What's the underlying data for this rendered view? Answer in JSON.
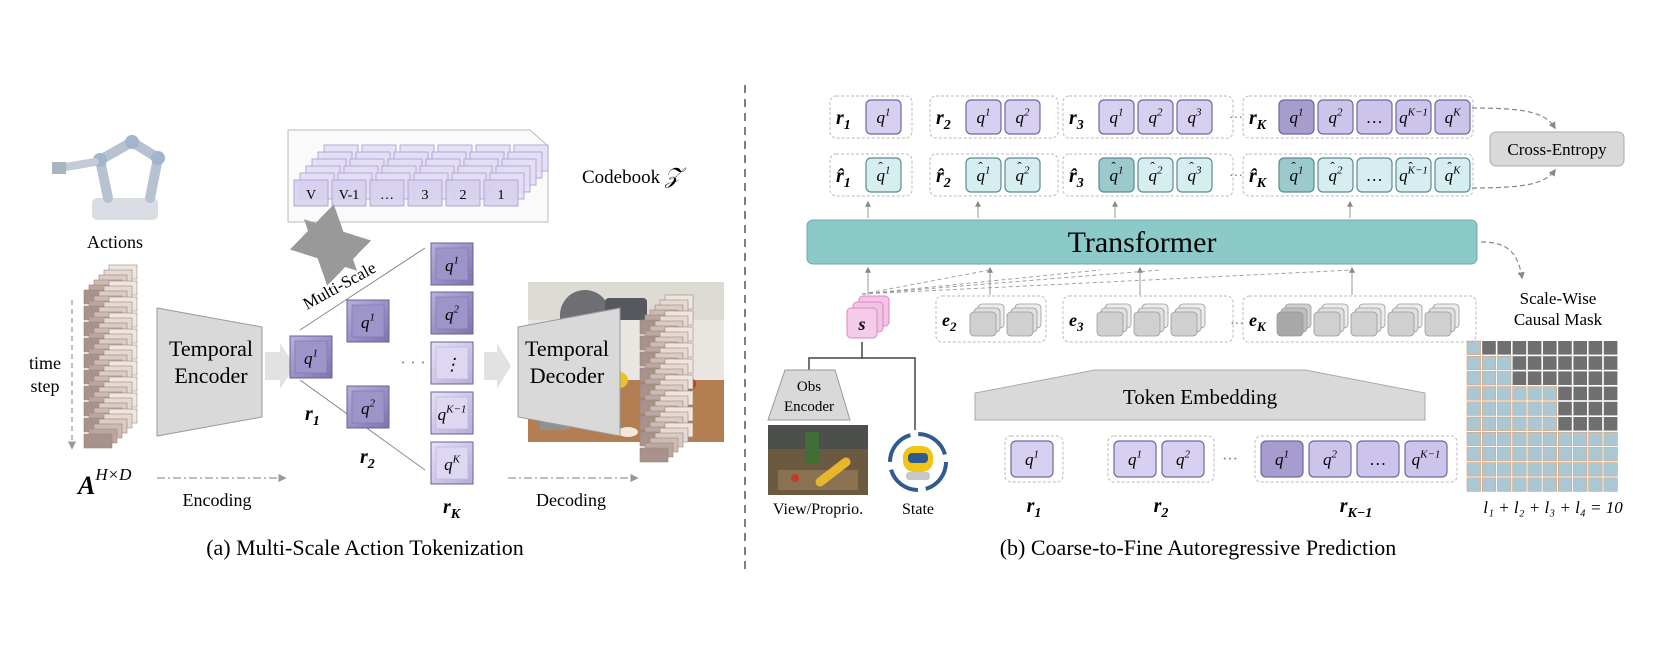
{
  "panel_a": {
    "caption": "(a) Multi-Scale Action Tokenization",
    "actions_label": "Actions",
    "time_label_1": "time",
    "time_label_2": "step",
    "matrix_base": "A",
    "matrix_sup": "H×D",
    "encoder_1": "Temporal",
    "encoder_2": "Encoder",
    "decoder_1": "Temporal",
    "decoder_2": "Decoder",
    "encoding_label": "Encoding",
    "decoding_label": "Decoding",
    "codebook_label": "Codebook",
    "codebook_symbol": "𝒵",
    "codebook_entries": [
      "V",
      "V-1",
      "…",
      "3",
      "2",
      "1"
    ],
    "multiscale_label": "Multi-Scale",
    "scale_labels": [
      "r",
      "r",
      "r"
    ],
    "scale_subs": [
      "1",
      "2",
      "K"
    ],
    "tokens": [
      "q",
      "q",
      "q",
      "q",
      "q",
      "⋮",
      "q",
      "q"
    ],
    "token_sups": [
      "1",
      "1",
      "2",
      "1",
      "2",
      "",
      "K−1",
      "K"
    ],
    "dots": "· · ·"
  },
  "panel_b": {
    "caption": "(b) Coarse-to-Fine Autoregressive Prediction",
    "transformer": "Transformer",
    "cross_entropy": "Cross-Entropy",
    "token_embedding": "Token Embedding",
    "mask_title_1": "Scale-Wise",
    "mask_title_2": "Causal Mask",
    "mask_formula": "l₁ + l₂ + l₃ + l₄ = 10",
    "obs_encoder_1": "Obs",
    "obs_encoder_2": "Encoder",
    "view_label": "View/Proprio.",
    "state_label": "State",
    "s_label": "s",
    "e_labels": [
      "e",
      "e",
      "e"
    ],
    "e_subs": [
      "2",
      "3",
      "K"
    ],
    "r_labels": [
      "r",
      "r",
      "r",
      "r"
    ],
    "r_subs": [
      "1",
      "2",
      "3",
      "K"
    ],
    "rhat_labels": [
      "r̂",
      "r̂",
      "r̂",
      "r̂"
    ],
    "input_r_subs": [
      "1",
      "2",
      "K−1"
    ],
    "q_sups_row": [
      "1",
      "1",
      "2",
      "1",
      "2",
      "3",
      "1",
      "2",
      "…",
      "K−1",
      "K"
    ],
    "ellipsis": "…",
    "mid_dots": "···"
  },
  "colors": {
    "purple_dark": "#8f86bd",
    "purple_light": "#d8d0f0",
    "teal_dark": "#9cc9cc",
    "teal_light": "#d6eef0",
    "transformer_fill": "#8ccaca",
    "pink": "#f3c3e6",
    "mask_dark": "#6f6f6f",
    "mask_light": "#a9c8d4"
  },
  "icons": [
    "robot-arm-icon",
    "robot-scene-photo",
    "robot-camera-view",
    "state-robot-icon"
  ]
}
